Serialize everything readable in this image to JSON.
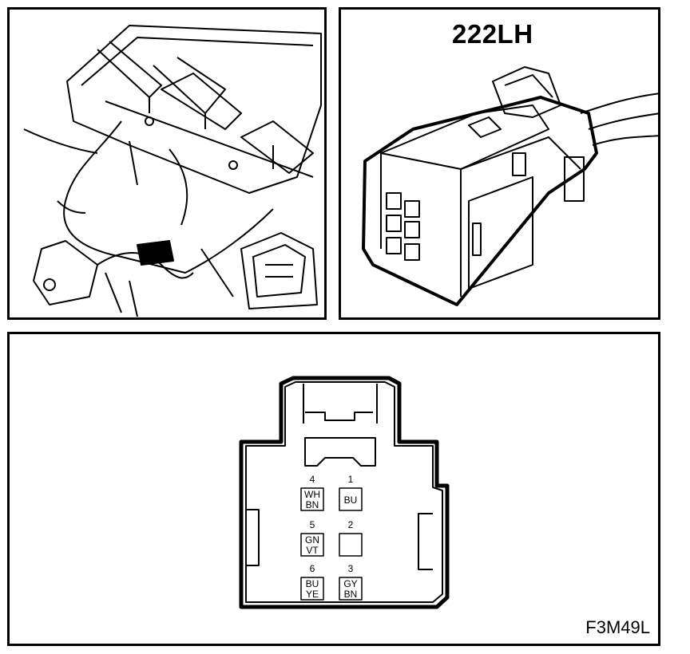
{
  "connector": {
    "id": "222LH"
  },
  "figure": {
    "code": "F3M49L"
  },
  "pins": [
    {
      "number": "4",
      "wire_top": "WH",
      "wire_bottom": "BN"
    },
    {
      "number": "1",
      "wire_top": "BU",
      "wire_bottom": ""
    },
    {
      "number": "5",
      "wire_top": "GN",
      "wire_bottom": "VT"
    },
    {
      "number": "2",
      "wire_top": "",
      "wire_bottom": ""
    },
    {
      "number": "6",
      "wire_top": "BU",
      "wire_bottom": "YE"
    },
    {
      "number": "3",
      "wire_top": "GY",
      "wire_bottom": "BN"
    }
  ]
}
